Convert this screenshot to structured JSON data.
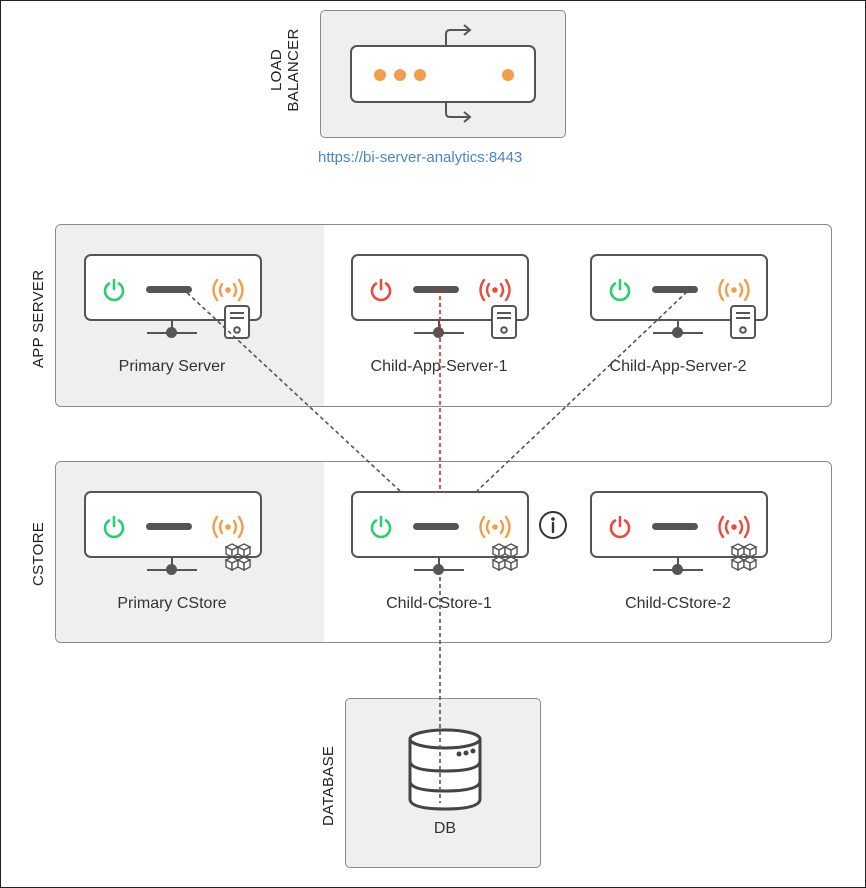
{
  "colors": {
    "on": "#2ecc71",
    "off": "#e74c3c",
    "signal_ok": "#f0a04b",
    "signal_bad": "#e74c3c",
    "link_ok": "#555555",
    "link_bad": "#d62728",
    "url": "#4a86c5"
  },
  "load_balancer": {
    "label_line1": "LOAD",
    "label_line2": "BALANCER",
    "url": "https://bi-server-analytics:8443"
  },
  "app_server": {
    "section_label": "APP SERVER",
    "nodes": [
      {
        "name": "Primary Server",
        "power": "on",
        "signal": "ok",
        "icon": "server-tower-icon"
      },
      {
        "name": "Child-App-Server-1",
        "power": "off",
        "signal": "bad",
        "icon": "server-tower-icon"
      },
      {
        "name": "Child-App-Server-2",
        "power": "on",
        "signal": "ok",
        "icon": "server-tower-icon"
      }
    ]
  },
  "cstore": {
    "section_label": "CSTORE",
    "nodes": [
      {
        "name": "Primary CStore",
        "power": "on",
        "signal": "ok",
        "icon": "cubes-icon"
      },
      {
        "name": "Child-CStore-1",
        "power": "on",
        "signal": "ok",
        "icon": "cubes-icon",
        "info": true
      },
      {
        "name": "Child-CStore-2",
        "power": "off",
        "signal": "bad",
        "icon": "cubes-icon"
      }
    ]
  },
  "database": {
    "section_label": "DATABASE",
    "label": "DB"
  }
}
